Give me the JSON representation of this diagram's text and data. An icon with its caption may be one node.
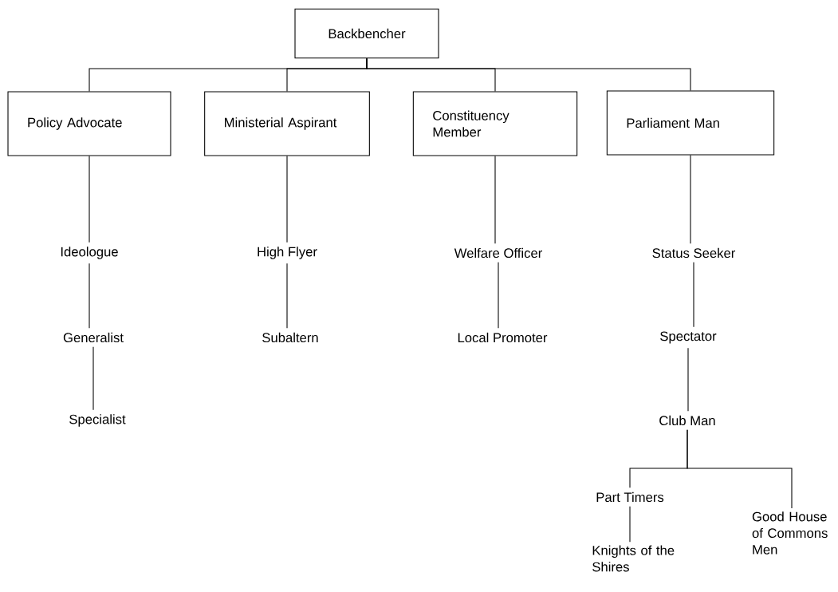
{
  "diagram": {
    "nodes": [
      {
        "text": [
          "Backbencher"
        ]
      },
      {
        "text": [
          "Policy Advocate"
        ]
      },
      {
        "text": [
          "Ministerial Aspirant"
        ]
      },
      {
        "text": [
          "Constituency Member"
        ]
      },
      {
        "text": [
          "Parliament Man"
        ]
      },
      {
        "text": [
          "Ideologue"
        ]
      },
      {
        "text": [
          "Generalist"
        ]
      },
      {
        "text": [
          "Specialist"
        ]
      },
      {
        "text": [
          "High Flyer"
        ]
      },
      {
        "text": [
          "Subaltern"
        ]
      },
      {
        "text": [
          "Welfare Officer"
        ]
      },
      {
        "text": [
          "Local Promoter"
        ]
      },
      {
        "text": [
          "Status Seeker"
        ]
      },
      {
        "text": [
          "Spectator"
        ]
      },
      {
        "text": [
          "Club Man"
        ]
      },
      {
        "text": [
          "Part Timers"
        ]
      },
      {
        "text": [
          "Knights of the Shires"
        ]
      },
      {
        "text": [
          "Good House of Commons Men"
        ]
      }
    ],
    "edges": [
      {
        "from": 0,
        "to": 1,
        "arrow": "none"
      },
      {
        "from": 0,
        "to": 2,
        "arrow": "none"
      },
      {
        "from": 0,
        "to": 3,
        "arrow": "none"
      },
      {
        "from": 0,
        "to": 4,
        "arrow": "none"
      },
      {
        "from": 1,
        "to": 5,
        "arrow": "none"
      },
      {
        "from": 5,
        "to": 6,
        "arrow": "none"
      },
      {
        "from": 6,
        "to": 7,
        "arrow": "none"
      },
      {
        "from": 2,
        "to": 8,
        "arrow": "none"
      },
      {
        "from": 8,
        "to": 9,
        "arrow": "none"
      },
      {
        "from": 3,
        "to": 10,
        "arrow": "none"
      },
      {
        "from": 10,
        "to": 11,
        "arrow": "none"
      },
      {
        "from": 4,
        "to": 12,
        "arrow": "none"
      },
      {
        "from": 12,
        "to": 13,
        "arrow": "none"
      },
      {
        "from": 13,
        "to": 14,
        "arrow": "none"
      },
      {
        "from": 14,
        "to": 15,
        "arrow": "none"
      },
      {
        "from": 14,
        "to": 17,
        "arrow": "none"
      },
      {
        "from": 15,
        "to": 16,
        "arrow": "none"
      }
    ]
  }
}
